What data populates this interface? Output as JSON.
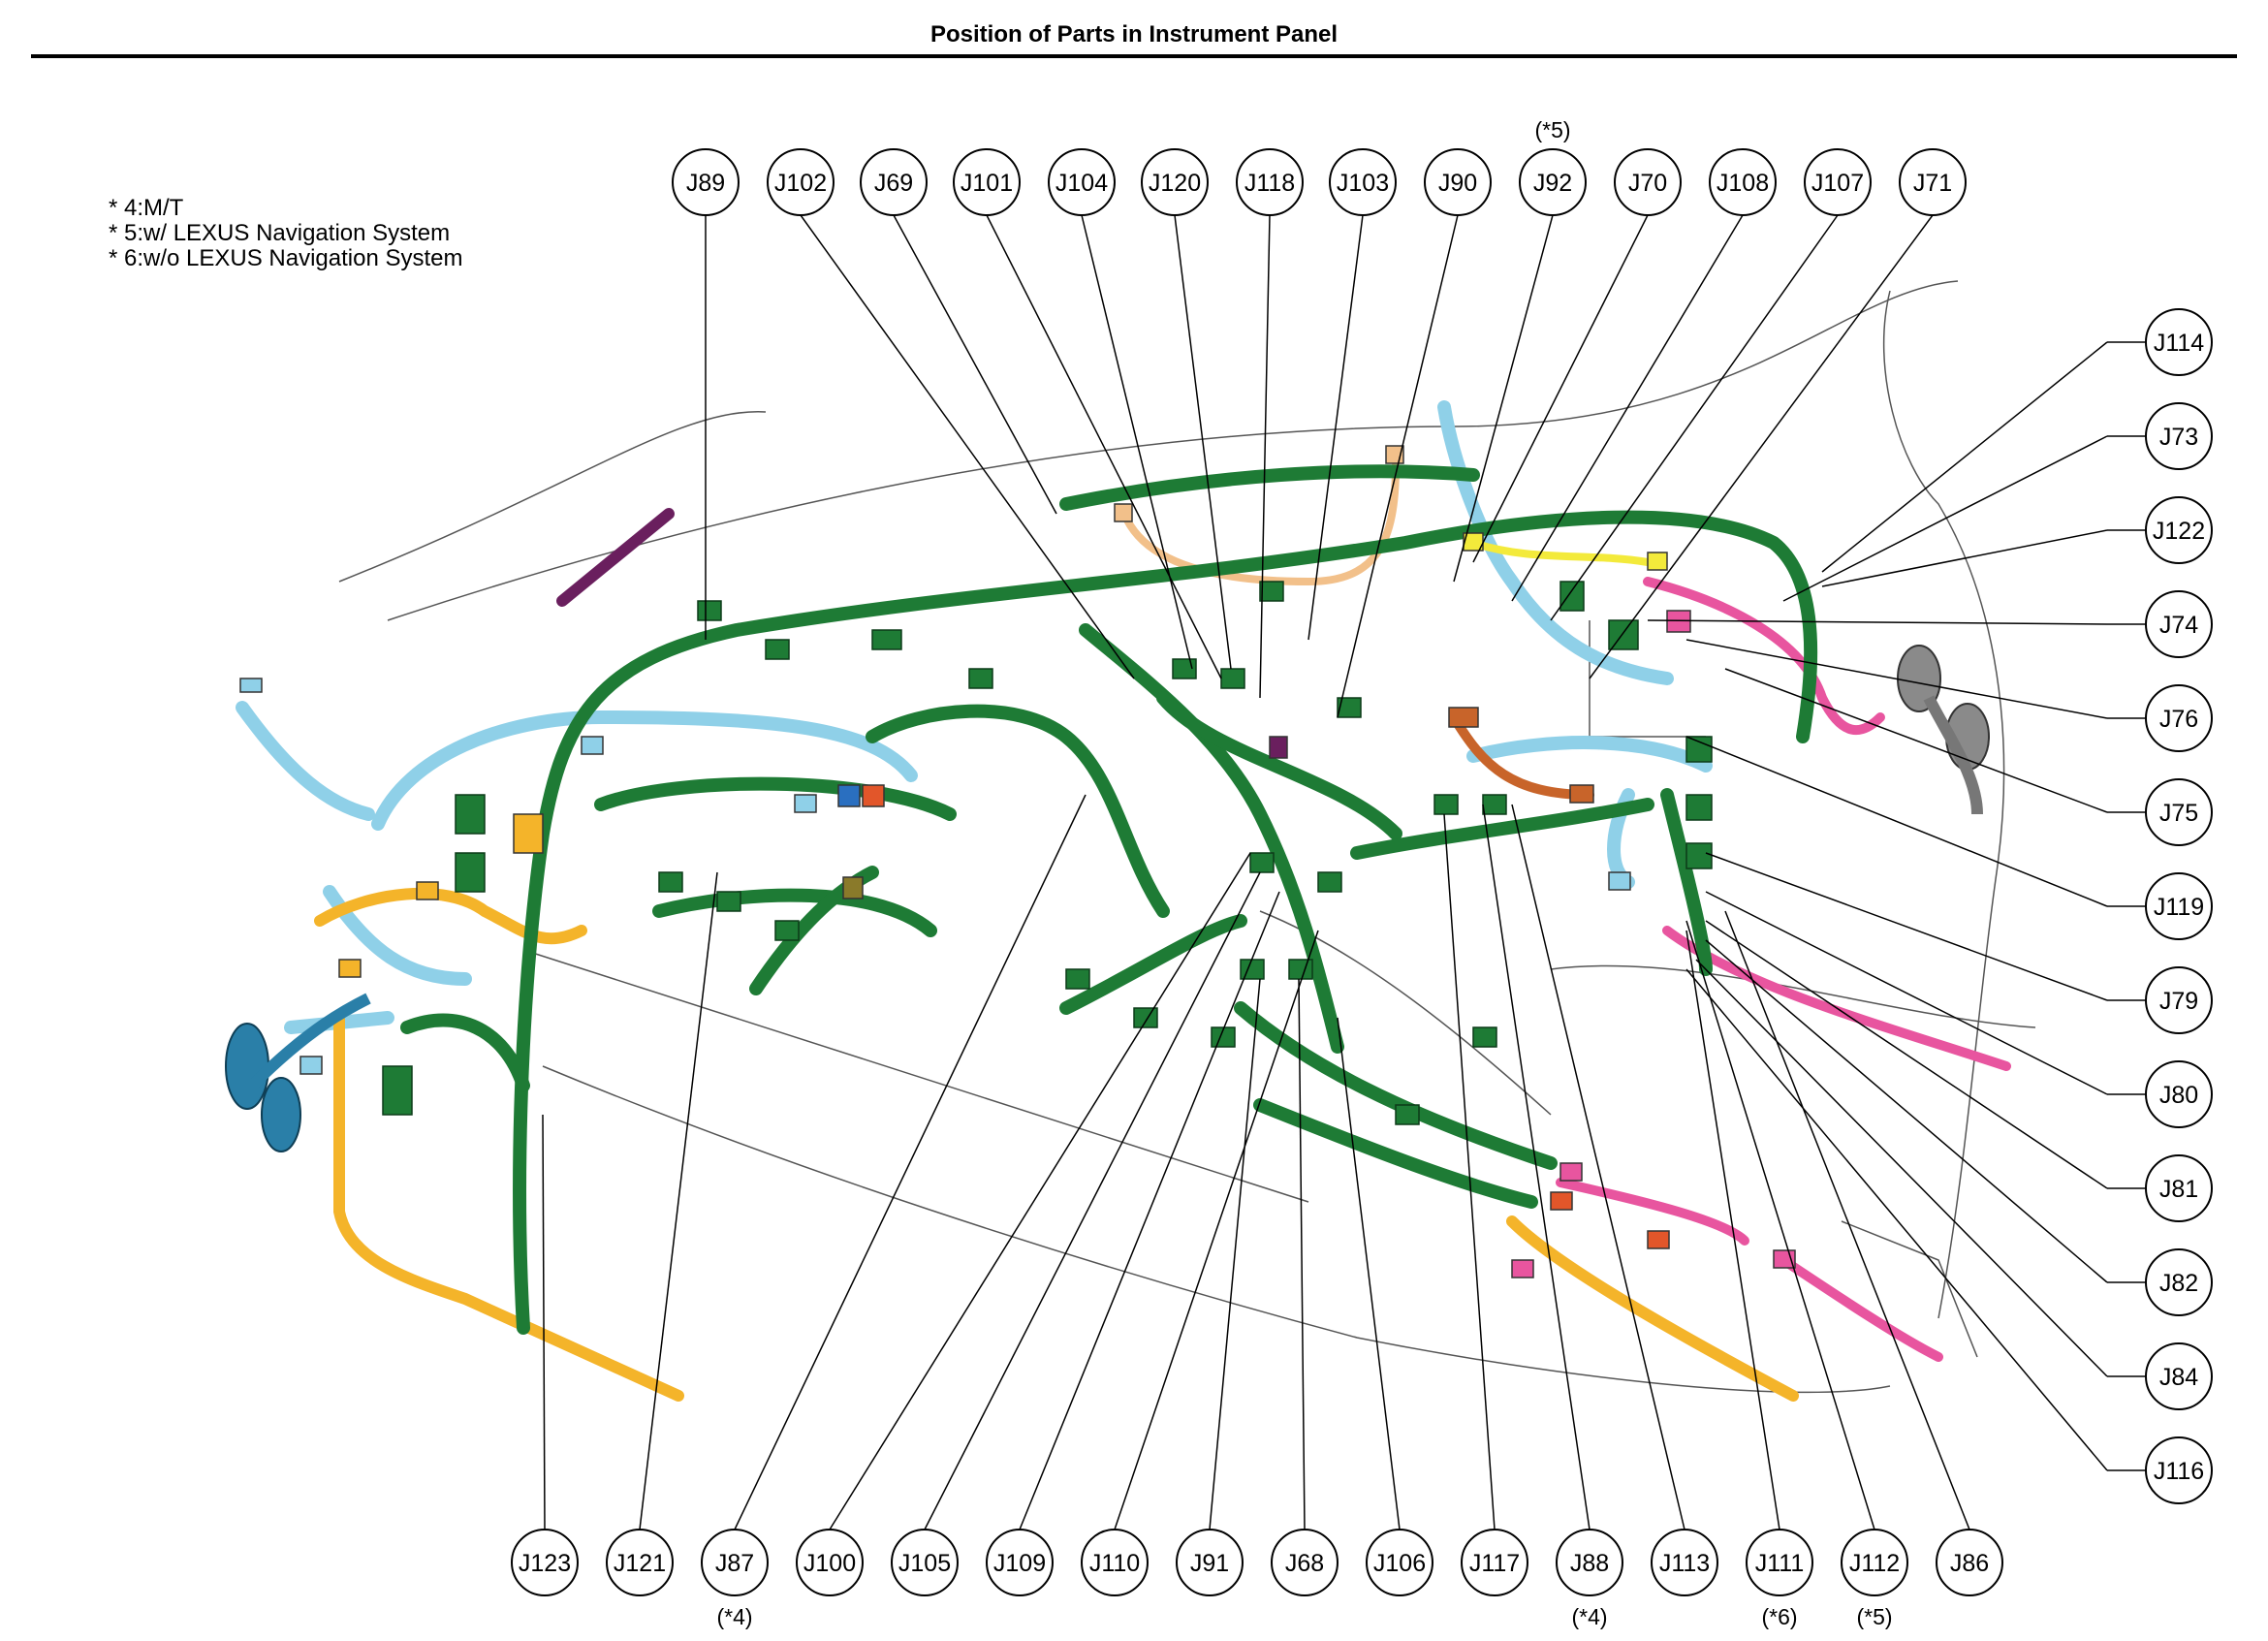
{
  "title": "Position of Parts in Instrument Panel",
  "notes": [
    "* 4:M/T",
    "* 5:w/ LEXUS Navigation System",
    "* 6:w/o LEXUS Navigation System"
  ],
  "colors": {
    "green": "#1e7b35",
    "light_blue": "#8fd0e8",
    "orange": "#f4b42a",
    "pink": "#e8559f",
    "gray": "#777777",
    "purple": "#6a1f5e",
    "teal": "#2a7fa8",
    "peach": "#f2c08a",
    "yellow": "#f3ea3b",
    "rust": "#c8642a"
  },
  "connectors": {
    "top": [
      {
        "id": "J89",
        "note": ""
      },
      {
        "id": "J102",
        "note": ""
      },
      {
        "id": "J69",
        "note": ""
      },
      {
        "id": "J101",
        "note": ""
      },
      {
        "id": "J104",
        "note": ""
      },
      {
        "id": "J120",
        "note": ""
      },
      {
        "id": "J118",
        "note": ""
      },
      {
        "id": "J103",
        "note": ""
      },
      {
        "id": "J90",
        "note": ""
      },
      {
        "id": "J92",
        "note": "(*5)"
      },
      {
        "id": "J70",
        "note": ""
      },
      {
        "id": "J108",
        "note": ""
      },
      {
        "id": "J107",
        "note": ""
      },
      {
        "id": "J71",
        "note": ""
      }
    ],
    "right": [
      {
        "id": "J114",
        "note": ""
      },
      {
        "id": "J73",
        "note": ""
      },
      {
        "id": "J122",
        "note": ""
      },
      {
        "id": "J74",
        "note": ""
      },
      {
        "id": "J76",
        "note": ""
      },
      {
        "id": "J75",
        "note": ""
      },
      {
        "id": "J119",
        "note": ""
      },
      {
        "id": "J79",
        "note": ""
      },
      {
        "id": "J80",
        "note": ""
      },
      {
        "id": "J81",
        "note": ""
      },
      {
        "id": "J82",
        "note": ""
      },
      {
        "id": "J84",
        "note": ""
      },
      {
        "id": "J116",
        "note": ""
      }
    ],
    "bottom": [
      {
        "id": "J123",
        "note": ""
      },
      {
        "id": "J121",
        "note": ""
      },
      {
        "id": "J87",
        "note": "(*4)"
      },
      {
        "id": "J100",
        "note": ""
      },
      {
        "id": "J105",
        "note": ""
      },
      {
        "id": "J109",
        "note": ""
      },
      {
        "id": "J110",
        "note": ""
      },
      {
        "id": "J91",
        "note": ""
      },
      {
        "id": "J68",
        "note": ""
      },
      {
        "id": "J106",
        "note": ""
      },
      {
        "id": "J117",
        "note": ""
      },
      {
        "id": "J88",
        "note": "(*4)"
      },
      {
        "id": "J113",
        "note": ""
      },
      {
        "id": "J111",
        "note": "(*6)"
      },
      {
        "id": "J112",
        "note": "(*5)"
      },
      {
        "id": "J86",
        "note": ""
      }
    ]
  }
}
